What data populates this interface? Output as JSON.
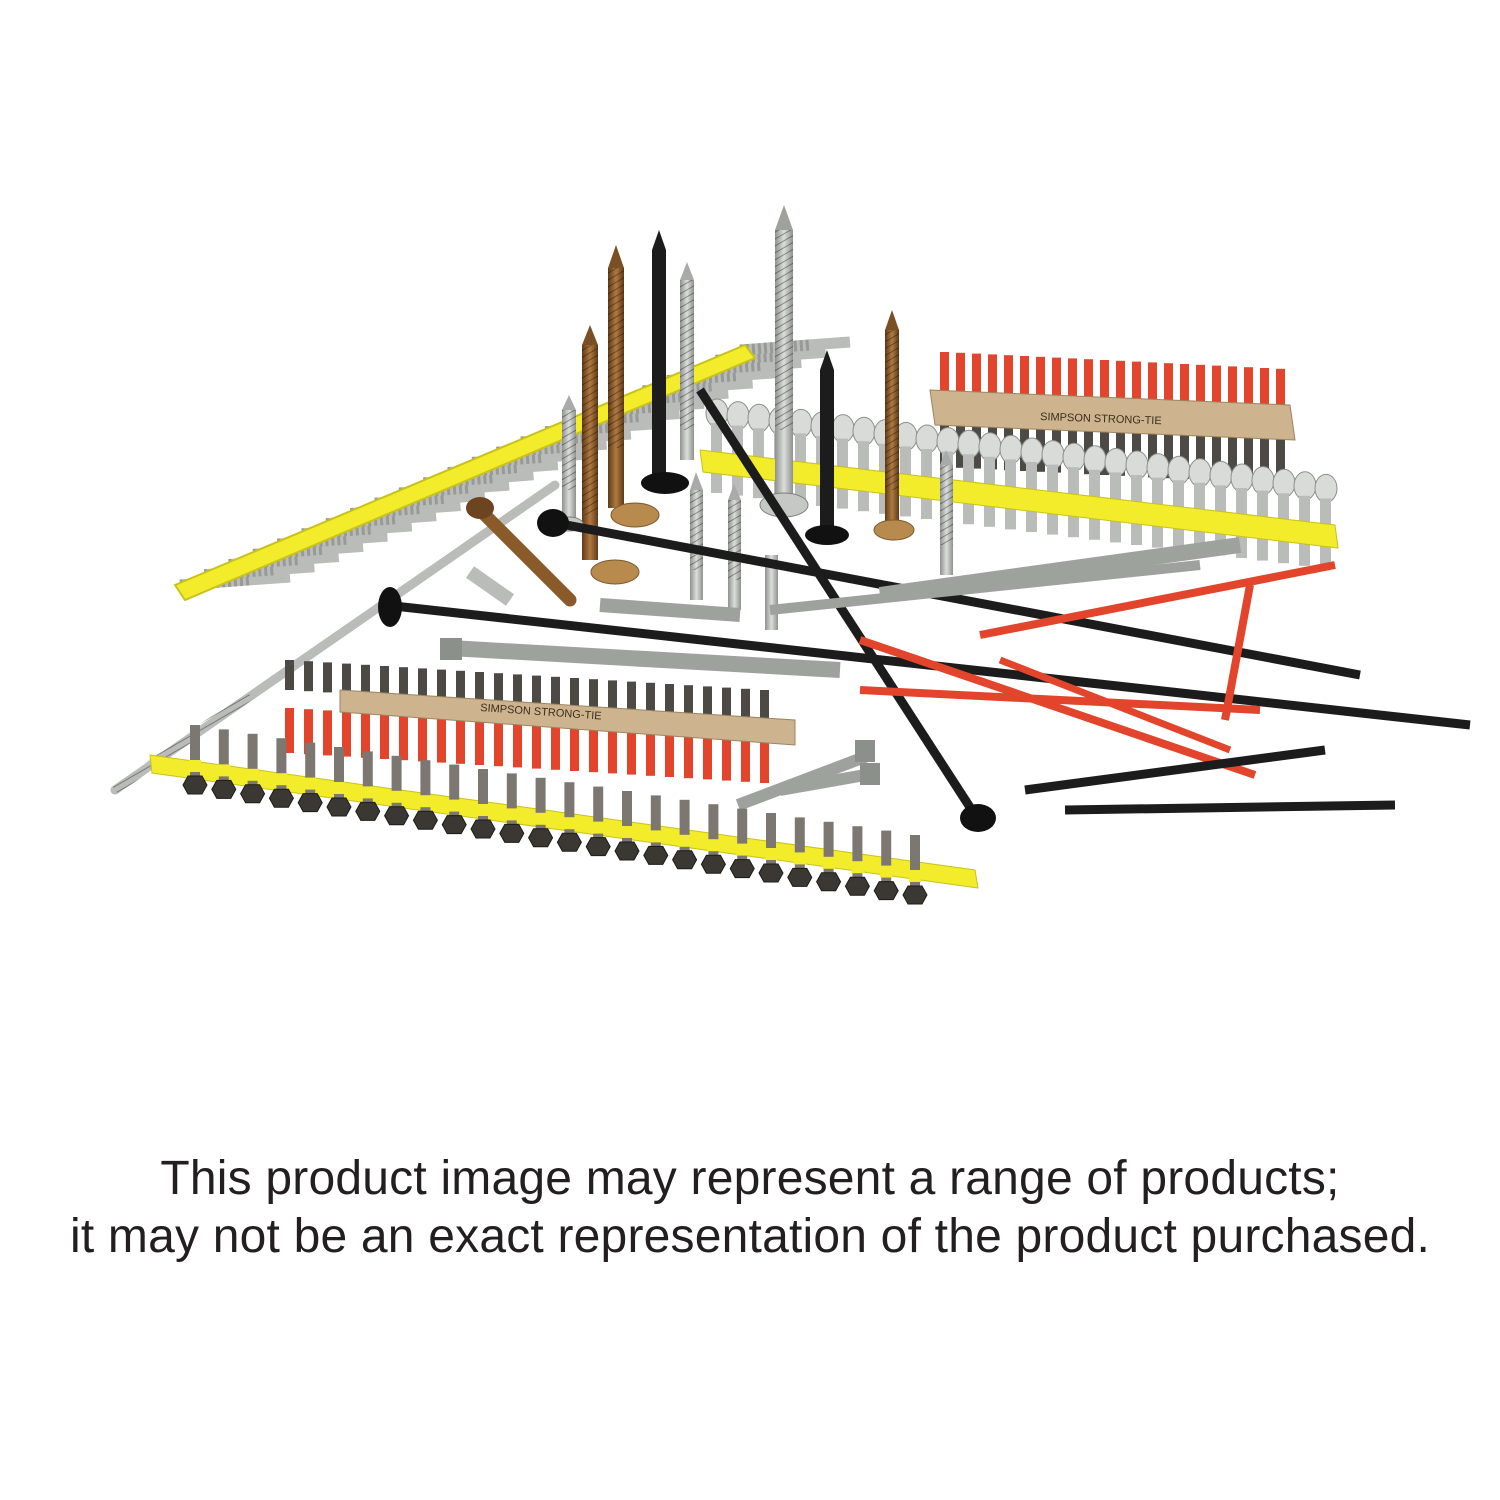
{
  "image": {
    "subject": "fasteners-assortment",
    "strip_text": "SIMPSON STRONG-TIE",
    "colors": {
      "black": "#1c1c1c",
      "silver": "#b9bcb8",
      "bronze": "#8a5a2b",
      "tan": "#b88a4e",
      "red": "#e2452b",
      "yellow": "#f2ec2a",
      "dark_gray": "#4d4a45",
      "kraft_paper": "#cdb48f",
      "grey_coated": "#9ea29d"
    }
  },
  "disclaimer": {
    "line1": "This product image may represent a range of products;",
    "line2": "it may not be an exact representation of the product purchased."
  }
}
